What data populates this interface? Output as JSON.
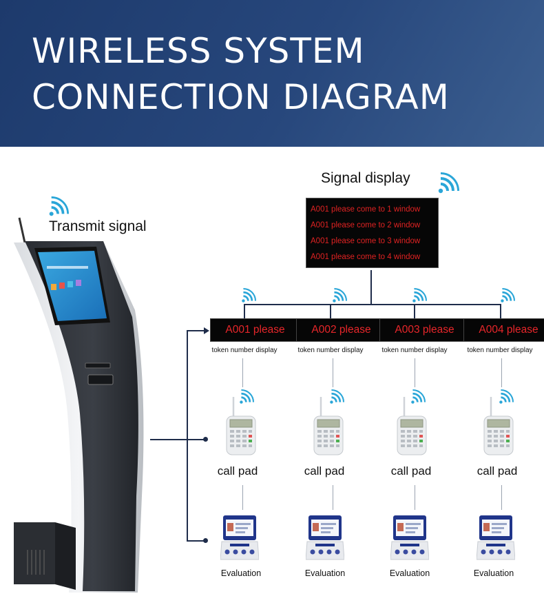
{
  "banner": {
    "title_line1": "WIRELESS SYSTEM",
    "title_line2": "CONNECTION DIAGRAM"
  },
  "signal_display": {
    "label": "Signal display",
    "lines": [
      "A001 please come to 1 window",
      "A001 please come to 2 window",
      "A001 please come to 3 window",
      "A001 please come to 4 window"
    ]
  },
  "kiosk": {
    "label": "Transmit signal"
  },
  "windows": [
    {
      "token_text": "A001 please",
      "token_caption": "token number display",
      "callpad_label": "call pad",
      "evaluation_label": "Evaluation"
    },
    {
      "token_text": "A002 please",
      "token_caption": "token number display",
      "callpad_label": "call pad",
      "evaluation_label": "Evaluation"
    },
    {
      "token_text": "A003 please",
      "token_caption": "token number display",
      "callpad_label": "call pad",
      "evaluation_label": "Evaluation"
    },
    {
      "token_text": "A004 please",
      "token_caption": "token number display",
      "callpad_label": "call pad",
      "evaluation_label": "Evaluation"
    }
  ],
  "colors": {
    "banner": "#27477c",
    "wifi": "#2aa6d8",
    "led_text": "#e02222",
    "connector": "#1e2c4a"
  },
  "icons": {
    "wireless": "wifi-signal-icon"
  }
}
